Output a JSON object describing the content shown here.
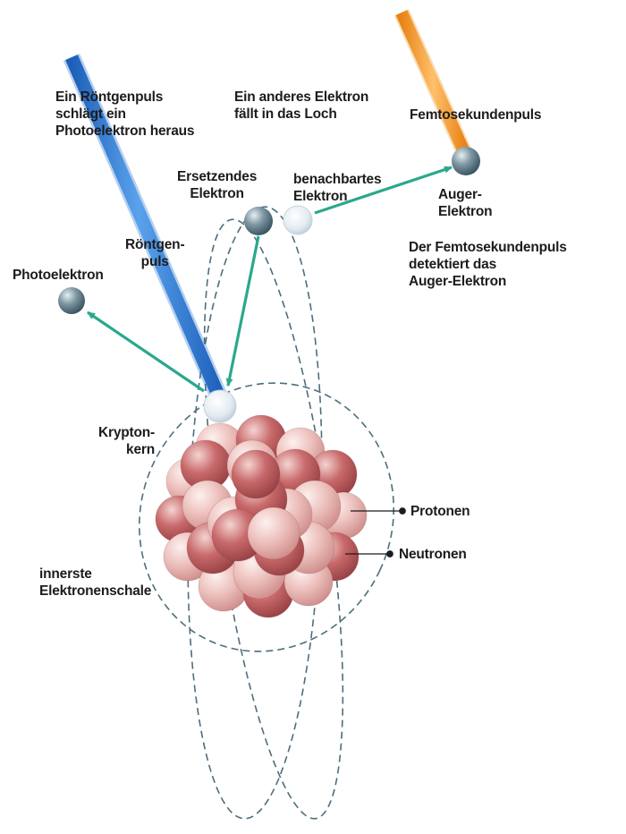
{
  "labels": {
    "xray_pulse_text": "Ein Röntgenpuls\nschlägt ein\nPhotoelektron heraus",
    "other_electron_text": "Ein anderes Elektron\nfällt in das Loch",
    "femtosecond_pulse": "Femtosekundenpuls",
    "replacing_electron": "Ersetzendes\nElektron",
    "neighboring_electron": "benachbartes\nElektron",
    "auger_electron": "Auger-\nElektron",
    "xray_pulse_short": "Röntgen-\npuls",
    "femtosecond_detects": "Der Femtosekundenpuls\ndetektiert das\nAuger-Elektron",
    "photoelectron": "Photoelektron",
    "krypton_nucleus": "Krypton-\nkern",
    "protons": "Protonen",
    "neutrons": "Neutronen",
    "innermost_shell": "innerste\nElektronenschale"
  },
  "colors": {
    "xray_beam": "#2f77d4",
    "femtosecond_beam": "#f39a2a",
    "transition_arrow": "#2aa88d",
    "electron_shell": "#4e6e7a",
    "electron": "#5b7480",
    "vacancy": "#dbe7ee",
    "nucleon": "#c8696a"
  }
}
